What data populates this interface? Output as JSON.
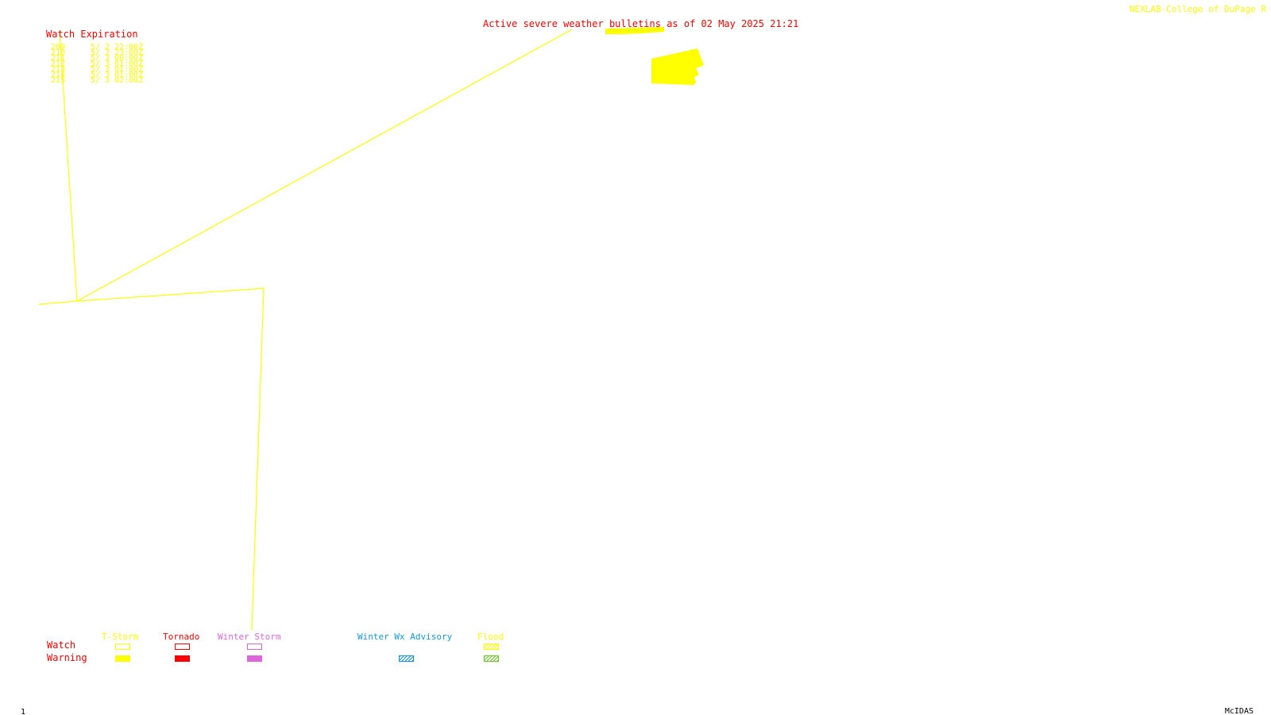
{
  "header": {
    "title": "Active severe weather bulletins as of 02 May 2025 21:21",
    "credit": "NEXLAB-College of DuPage R"
  },
  "watch_panel": {
    "title": "Watch Expiration",
    "watches": [
      {
        "number": "209",
        "expires": "5/ 2 22:00Z"
      },
      {
        "number": "210",
        "expires": "5/ 2 23:00Z"
      },
      {
        "number": "211",
        "expires": "5/ 3 00:00Z"
      },
      {
        "number": "212",
        "expires": "5/ 3 01:00Z"
      },
      {
        "number": "213",
        "expires": "5/ 3 01:00Z"
      },
      {
        "number": "214",
        "expires": "5/ 3 01:00Z"
      },
      {
        "number": "215",
        "expires": "5/ 3 02:00Z"
      }
    ]
  },
  "legend": {
    "row_labels": {
      "watch": "Watch",
      "warning": "Warning"
    },
    "categories": [
      {
        "key": "tstorm",
        "label": "T-Storm",
        "color": "#ffff00",
        "watch_style": "outline",
        "warning_style": "filled"
      },
      {
        "key": "tornado",
        "label": "Tornado",
        "color": "#ff0000",
        "watch_style": "outline",
        "warning_style": "filled"
      },
      {
        "key": "winter-storm",
        "label": "Winter Storm",
        "color": "#dd66dd",
        "watch_style": "outline",
        "warning_style": "filled"
      },
      {
        "key": "winter-wx-advisory",
        "label": "Winter Wx Advisory",
        "color": "#1199dd",
        "watch_style": "none",
        "warning_style": "hatched"
      },
      {
        "key": "flood",
        "label": "Flood",
        "color": "#ffff00",
        "warning_color": "#66cc22",
        "watch_style": "hatched",
        "warning_style": "hatched"
      }
    ]
  },
  "map": {
    "line_color": "#ffff00",
    "warning_fill_color": "#ffff00"
  },
  "footer": {
    "frame_number": "1",
    "software": "McIDAS"
  }
}
